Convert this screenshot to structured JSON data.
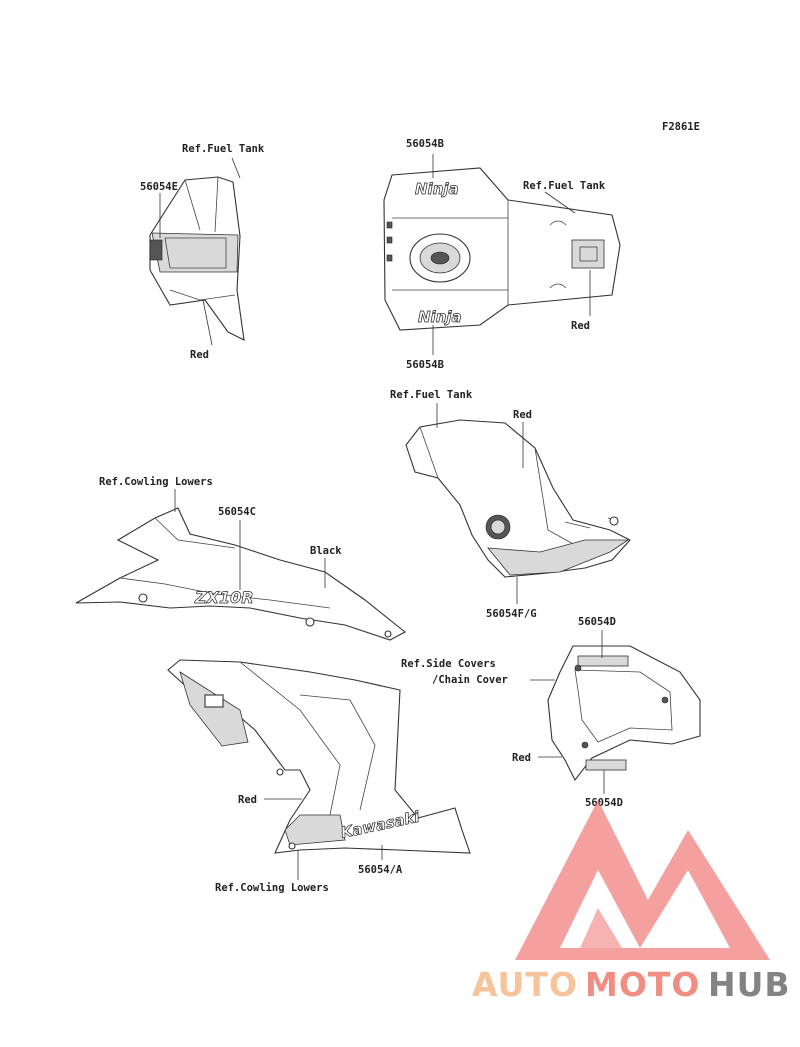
{
  "figure_code": "F2861E",
  "labels": {
    "ref_fuel_tank_1": "Ref.Fuel Tank",
    "part_56054e": "56054E",
    "red_1": "Red",
    "part_56054b_top": "56054B",
    "ref_fuel_tank_2": "Ref.Fuel Tank",
    "red_2": "Red",
    "part_56054b_bottom": "56054B",
    "ref_fuel_tank_3": "Ref.Fuel Tank",
    "red_3": "Red",
    "part_56054fg": "56054F/G",
    "ref_cowling_lowers_1": "Ref.Cowling Lowers",
    "part_56054c": "56054C",
    "black": "Black",
    "part_56054d_top": "56054D",
    "ref_side_covers": "Ref.Side Covers",
    "ref_chain_cover": "/Chain Cover",
    "red_4": "Red",
    "part_56054d_bottom": "56054D",
    "red_5": "Red",
    "part_56054a": "56054/A",
    "ref_cowling_lowers_2": "Ref.Cowling Lowers"
  },
  "decals": {
    "ninja": "Ninja",
    "zx10r": "ZX10R",
    "kawasaki": "Kawasaki"
  },
  "watermark": {
    "part1": "AUTO",
    "part2": "MOTO",
    "part3": "HUB",
    "color1": "#f5b98a",
    "color2": "#ee7b6e",
    "color3": "#6e6e6e",
    "logo_color": "#ee6b68"
  }
}
